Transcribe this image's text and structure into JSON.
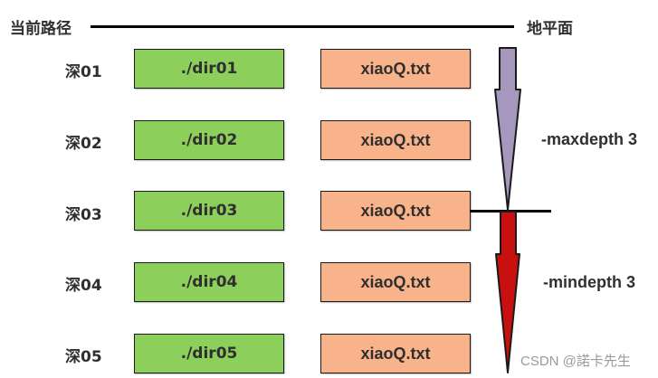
{
  "header": {
    "current_path_label": "当前路径",
    "ground_label": "地平面"
  },
  "rows": [
    {
      "depth": "深01",
      "dir": "./dir01",
      "file": "xiaoQ.txt"
    },
    {
      "depth": "深02",
      "dir": "./dir02",
      "file": "xiaoQ.txt"
    },
    {
      "depth": "深03",
      "dir": "./dir03",
      "file": "xiaoQ.txt"
    },
    {
      "depth": "深04",
      "dir": "./dir04",
      "file": "xiaoQ.txt"
    },
    {
      "depth": "深05",
      "dir": "./dir05",
      "file": "xiaoQ.txt"
    }
  ],
  "options": {
    "maxdepth": "-maxdepth 3",
    "mindepth": "-mindepth 3"
  },
  "colors": {
    "dir_box": "#8ccf5a",
    "file_box": "#f9b38b",
    "maxdepth_arrow": "#a597bd",
    "mindepth_arrow": "#c81010"
  },
  "watermark": "CSDN @諾卡先生"
}
